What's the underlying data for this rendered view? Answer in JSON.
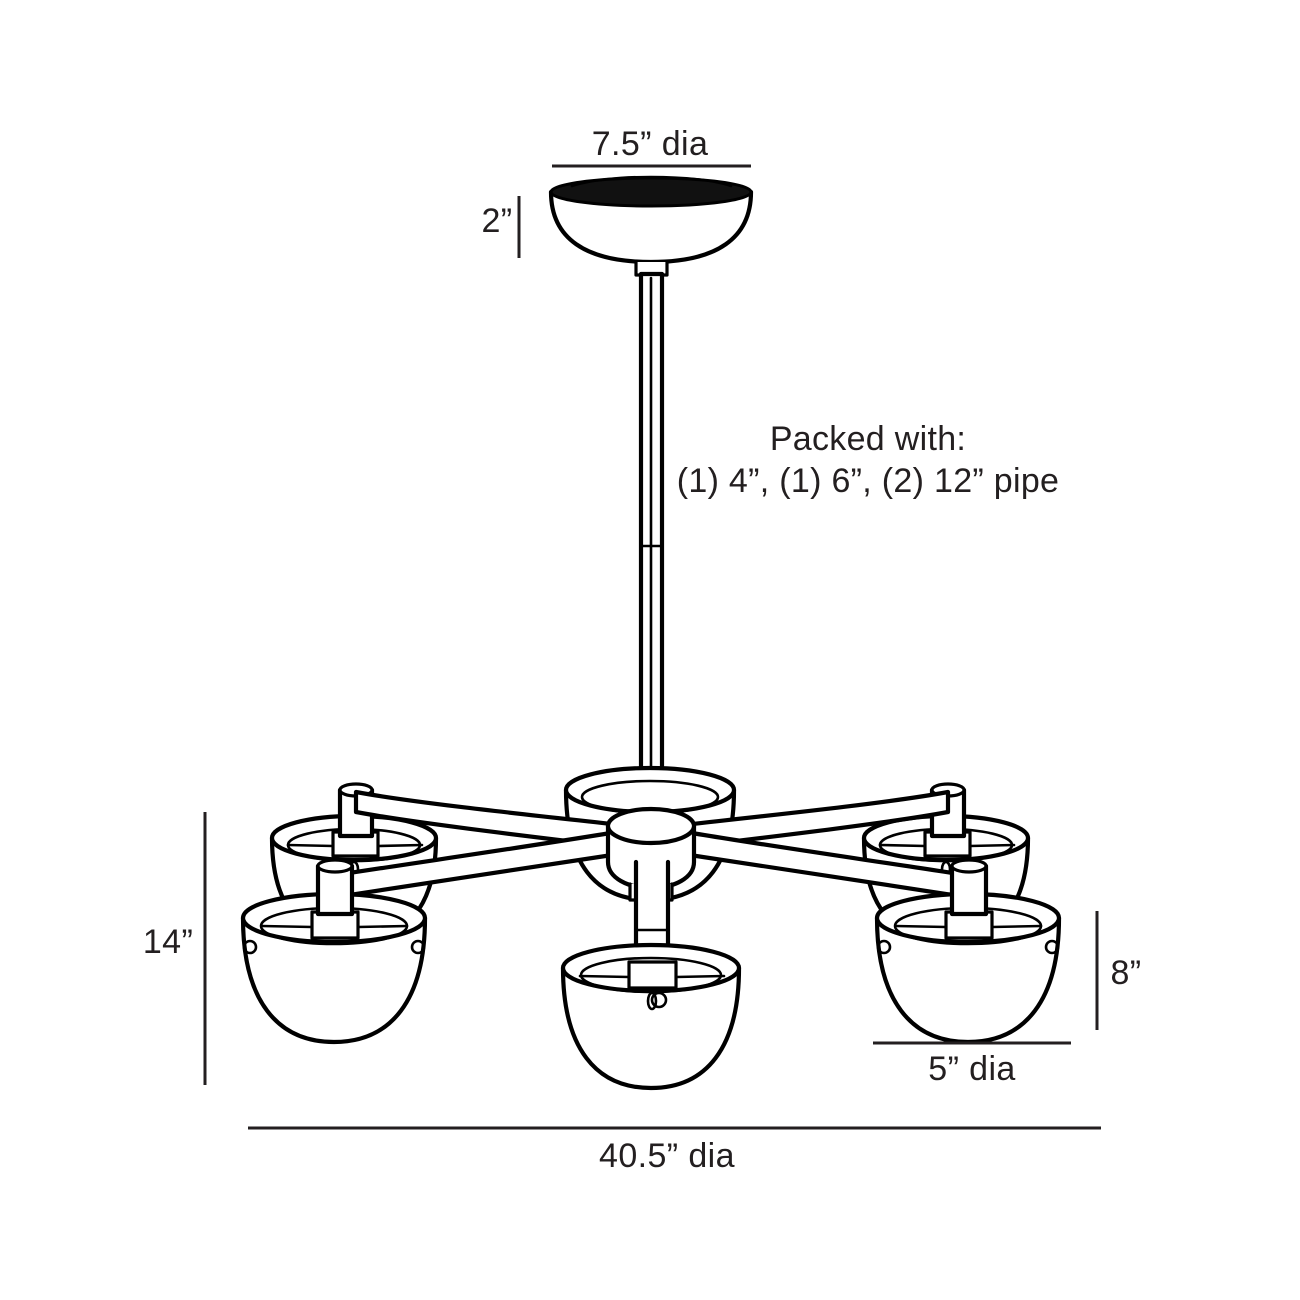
{
  "document": {
    "type": "product-dimension-drawing",
    "subject": "six-light chandelier with hemispherical shades",
    "background_color": "#ffffff",
    "line_color": "#000000",
    "text_color": "#231f20"
  },
  "dimensions": {
    "canopy_diameter": {
      "label": "7.5” dia",
      "name": "canopy-diameter"
    },
    "canopy_height": {
      "label": "2”",
      "name": "canopy-height"
    },
    "overall_height": {
      "label": "14”",
      "name": "fixture-body-height"
    },
    "shade_height": {
      "label": "8”",
      "name": "shade-height"
    },
    "shade_diameter": {
      "label": "5” dia",
      "name": "shade-diameter"
    },
    "overall_diameter": {
      "label": "40.5” dia",
      "name": "overall-diameter"
    }
  },
  "notes": {
    "packed_with_title": "Packed with:",
    "packed_with_detail": "(1) 4”, (1) 6”, (2) 12” pipe"
  },
  "fixture": {
    "shade_count": 6,
    "upper_shades": 3,
    "lower_shades": 3,
    "parts": [
      "canopy",
      "downrod",
      "center-hub",
      "arm",
      "socket-stem",
      "shade"
    ]
  }
}
